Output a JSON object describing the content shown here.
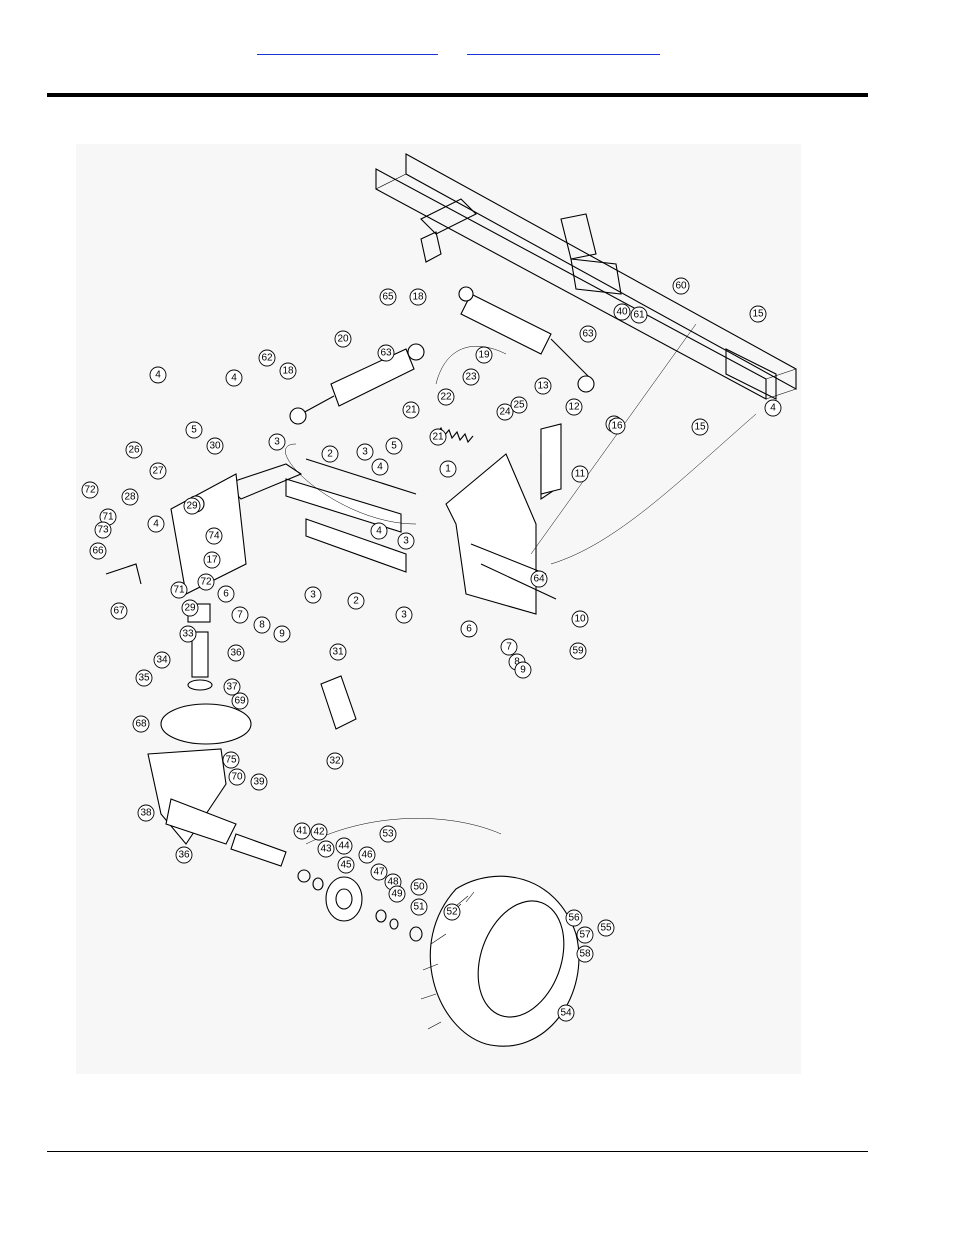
{
  "header": {
    "link_a": "",
    "link_b": ""
  },
  "diagram": {
    "callouts": [
      "1",
      "2",
      "2",
      "3",
      "3",
      "3",
      "3",
      "3",
      "4",
      "4",
      "4",
      "4",
      "4",
      "4",
      "5",
      "5",
      "6",
      "6",
      "7",
      "7",
      "8",
      "8",
      "9",
      "9",
      "10",
      "11",
      "12",
      "13",
      "14",
      "15",
      "15",
      "16",
      "17",
      "18",
      "18",
      "19",
      "20",
      "21",
      "21",
      "22",
      "23",
      "24",
      "25",
      "26",
      "27",
      "28",
      "29",
      "29",
      "30",
      "31",
      "32",
      "33",
      "34",
      "35",
      "36",
      "36",
      "37",
      "38",
      "39",
      "40",
      "41",
      "42",
      "43",
      "44",
      "45",
      "46",
      "47",
      "48",
      "49",
      "50",
      "51",
      "52",
      "53",
      "54",
      "55",
      "56",
      "57",
      "58",
      "59",
      "60",
      "61",
      "62",
      "63",
      "63",
      "64",
      "65",
      "66",
      "67",
      "68",
      "69",
      "70",
      "71",
      "71",
      "72",
      "72",
      "73",
      "74",
      "75"
    ]
  }
}
